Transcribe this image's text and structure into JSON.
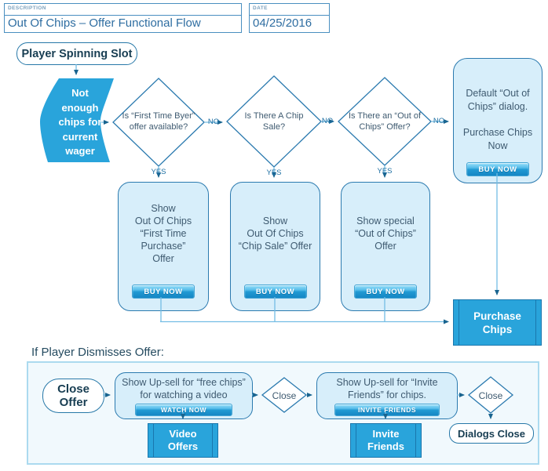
{
  "header": {
    "description_label": "DESCRIPTION",
    "description_value": "Out Of Chips – Offer Functional Flow",
    "date_label": "DATE",
    "date_value": "04/25/2016"
  },
  "flow": {
    "start": "Player Spinning Slot",
    "trigger": "Not\nenough\nchips for\ncurrent\nwager",
    "decisions": [
      "Is “First Time Byer”\noffer available?",
      "Is There A Chip\nSale?",
      "Is There an “Out of\nChips” Offer?"
    ],
    "no_label": "NO",
    "yes_label": "YES",
    "offers": [
      {
        "text": "Show\nOut Of Chips\n“First Time\nPurchase”\nOffer",
        "button": "BUY NOW"
      },
      {
        "text": "Show\nOut Of Chips\n“Chip Sale” Offer",
        "button": "BUY NOW"
      },
      {
        "text": "Show special\n“Out of Chips”\nOffer",
        "button": "BUY NOW"
      }
    ],
    "default_dialog": {
      "text1": "Default “Out of\nChips” dialog.",
      "text2": "Purchase Chips\nNow",
      "button": "BUY NOW"
    },
    "purchase": "Purchase\nChips"
  },
  "dismiss": {
    "heading": "If Player Dismisses Offer:",
    "start": "Close\nOffer",
    "upsell_video": {
      "text": "Show Up-sell for “free chips”\nfor watching a video",
      "button": "WATCH NOW"
    },
    "video_offers": "Video\nOffers",
    "close_a": "Close",
    "close_b": "Close",
    "upsell_invite": {
      "text": "Show Up-sell for “Invite\nFriends” for chips.",
      "button": "INVITE FRIENDS"
    },
    "invite_friends": "Invite\nFriends",
    "end": "Dialogs Close"
  },
  "colors": {
    "accent_blue": "#29a4db",
    "light_fill": "#d7eefa",
    "outline_blue": "#2b7aaf",
    "dark_text": "#173d52",
    "body_text": "#3e5a70",
    "header_text": "#2e6da1",
    "label_blue": "#1d6fa3",
    "container_fill": "#f1f9fd",
    "container_border": "#abdaef",
    "button_top": "#9ae0fa",
    "button_bottom": "#1586c4",
    "arrowhead": "#19648f"
  }
}
